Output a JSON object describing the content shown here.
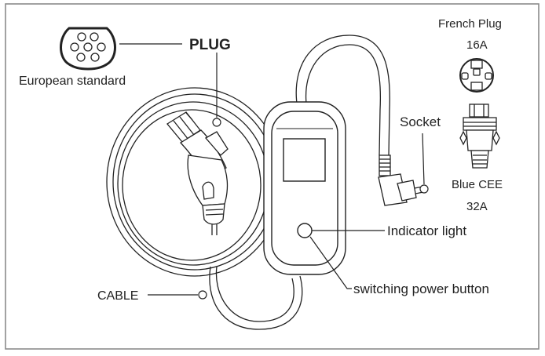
{
  "labels": {
    "plug": "PLUG",
    "european_standard": "European standard",
    "french_plug": "French Plug",
    "french_amp": "16A",
    "socket": "Socket",
    "blue_cee": "Blue CEE",
    "blue_amp": "32A",
    "indicator_light": "Indicator light",
    "switching_power_button": "switching power button",
    "cable": "CABLE"
  },
  "colors": {
    "frame": "#8a8a8a",
    "line": "#222222",
    "background": "#ffffff"
  }
}
